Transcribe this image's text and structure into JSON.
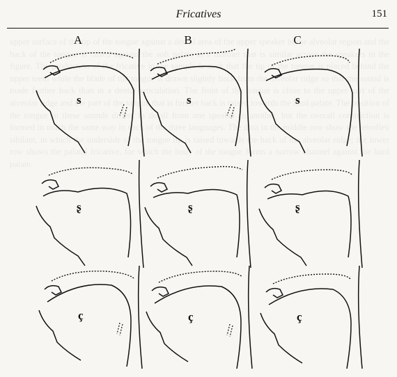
{
  "header": {
    "title": "Fricatives",
    "page_number": "151"
  },
  "figure": {
    "columns": [
      "A",
      "B",
      "C"
    ],
    "rows": [
      {
        "symbol": "s"
      },
      {
        "symbol": "ʂ"
      },
      {
        "symbol": "ç"
      }
    ]
  }
}
